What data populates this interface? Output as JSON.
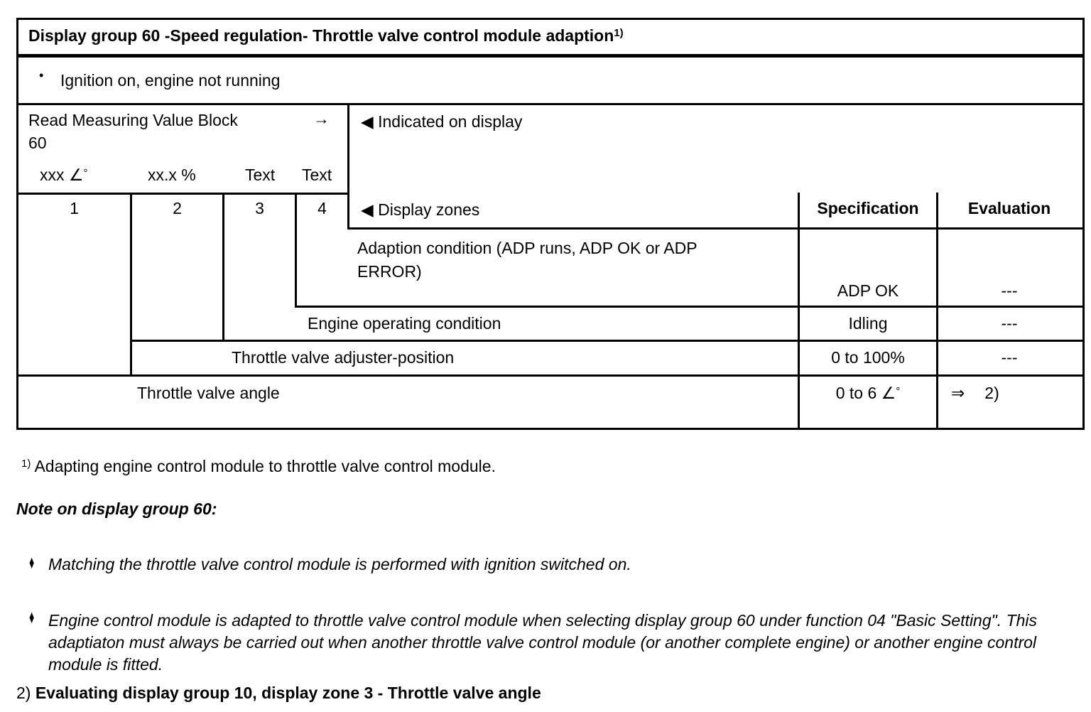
{
  "table": {
    "title": "Display group 60 -Speed regulation- Throttle valve control module adaption",
    "title_sup": "1)",
    "bullet_glyph": "•",
    "precondition": "Ignition on, engine not running",
    "read_block": {
      "label": "Read Measuring Value Block",
      "number": "60",
      "arrow": "→"
    },
    "indicated": {
      "marker": "◀",
      "label": "Indicated on display"
    },
    "units": {
      "zone1_base": "xxx ∠",
      "zone1_sup": "°",
      "zone2": "xx.x %",
      "zone3": "Text",
      "zone4": "Text"
    },
    "zones": {
      "marker": "◀",
      "label": "Display zones",
      "numbers": [
        "1",
        "2",
        "3",
        "4"
      ]
    },
    "columns": {
      "specification": "Specification",
      "evaluation": "Evaluation"
    },
    "rows": [
      {
        "description": "Adaption condition (ADP runs, ADP OK or ADP ERROR)",
        "specification": "ADP OK",
        "evaluation": "---"
      },
      {
        "description": "Engine operating condition",
        "specification": "Idling",
        "evaluation": "---"
      },
      {
        "description": "Throttle valve adjuster-position",
        "specification": "0 to 100%",
        "evaluation": "---"
      },
      {
        "description": "Throttle valve angle",
        "specification_base": "0 to 6 ∠",
        "specification_sup": "°",
        "evaluation_arrow": "⇒",
        "evaluation_ref": "2)"
      }
    ]
  },
  "footnotes": {
    "fn1_sup": "1)",
    "fn1_text": "Adapting engine control module to throttle valve control module.",
    "note_heading": "Note on display group 60:",
    "bullet_glyph": "♦",
    "note_items": [
      "Matching the throttle valve control module is performed with ignition switched on.",
      "Engine control module is adapted to throttle valve control module when selecting display group 60 under function 04 \"Basic Setting\". This adaptiaton must always be carried out when another throttle valve control module (or another complete engine) or another engine control module is fitted."
    ],
    "fn2_prefix": "2)",
    "fn2_text": "Evaluating display group 10, display zone 3 - Throttle valve angle"
  }
}
